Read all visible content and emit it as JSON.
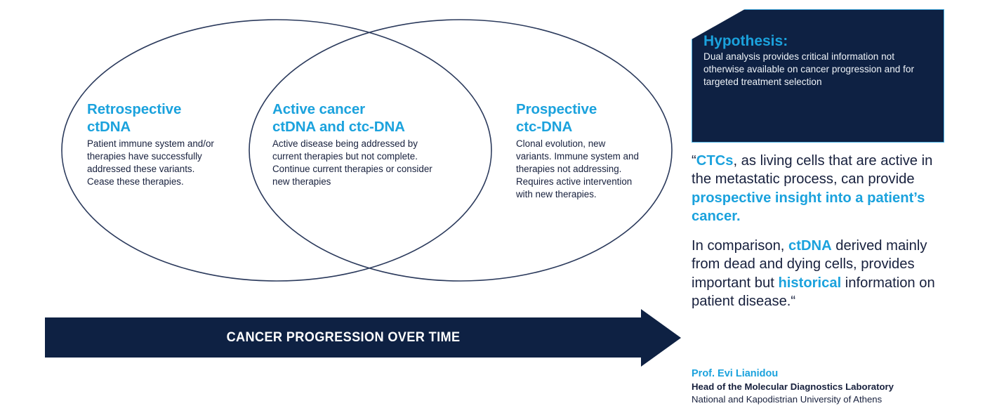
{
  "venn": {
    "circles": [
      {
        "id": "retrospective",
        "title": "Retrospective\nctDNA",
        "title_line1": "Retrospective",
        "title_line2": "ctDNA",
        "body": "Patient immune system and/or therapies have successfully addressed these variants. Cease these therapies."
      },
      {
        "id": "active",
        "title_line1": "Active cancer",
        "title_line2": "ctDNA and ctc-DNA",
        "body": "Active disease being addressed by current therapies but not complete. Continue current therapies or consider new therapies"
      },
      {
        "id": "prospective",
        "title_line1": "Prospective",
        "title_line2": "ctc-DNA",
        "body": "Clonal evolution, new variants. Immune system and therapies not addressing. Requires active intervention with new therapies."
      }
    ],
    "outline_color": "#2b3a5c"
  },
  "arrow": {
    "label": "CANCER PROGRESSION OVER TIME",
    "color": "#0e2143",
    "text_color": "#ffffff"
  },
  "hypothesis": {
    "title": "Hypothesis:",
    "text": "Dual analysis provides critical information not otherwise available on cancer progression and for targeted treatment selection",
    "background": "#0e2143",
    "border_color": "#4fb3e5",
    "title_color": "#1ba2dd"
  },
  "quote": {
    "paragraph1": {
      "open_quote": "“",
      "seg_ctcs": "CTCs",
      "seg_a": ", as living cells that are active in the metastatic process, can provide ",
      "seg_prospective": "prospective insight into a patient’s cancer.",
      "full": "“CTCs, as living cells that are active in the metastatic process, can provide prospective insight into a patient’s cancer."
    },
    "paragraph2": {
      "seg_a": "In comparison, ",
      "seg_ctdna": "ctDNA",
      "seg_b": " derived mainly from dead and dying cells, provides important but ",
      "seg_historical": "historical",
      "seg_c": " information on patient disease.“",
      "full": "In comparison, ctDNA derived mainly from dead and dying cells, provides important but historical information on patient disease.“"
    }
  },
  "attribution": {
    "name": "Prof. Evi Lianidou",
    "role": "Head of the Molecular Diagnostics Laboratory",
    "organization": "National and Kapodistrian University of Athens"
  },
  "colors": {
    "accent_blue": "#1ba2dd",
    "navy": "#0e2143",
    "text_navy": "#17203d",
    "outline": "#2b3a5c",
    "light_blue_border": "#4fb3e5"
  }
}
